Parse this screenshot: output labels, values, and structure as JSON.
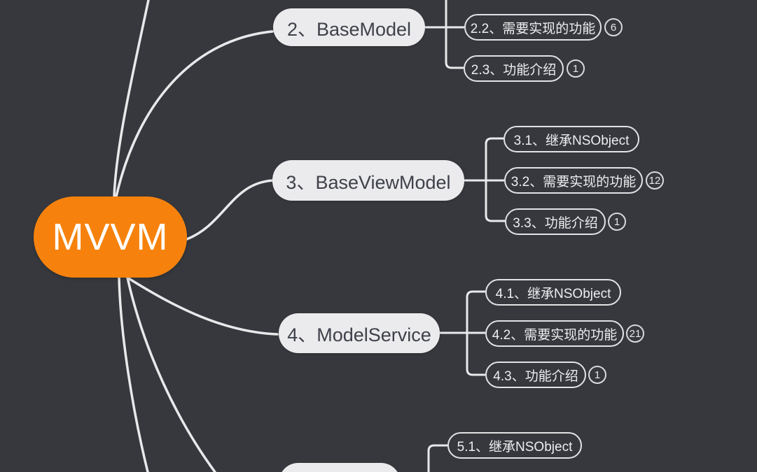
{
  "app": {
    "type": "mindmap",
    "background_color": "#36383d",
    "line_color": "#e9e9eb",
    "root_color": "#f6820d",
    "branch_fill_color": "#ebebed",
    "branch_text_color": "#3f414a",
    "child_outline_color": "#e3e3e6",
    "child_text_color": "#eeeef0"
  },
  "root": {
    "label": "MVVM"
  },
  "branches": [
    {
      "label": "2、BaseModel",
      "children": [
        {
          "label": "2.2、需要实现的功能",
          "badge": "6"
        },
        {
          "label": "2.3、功能介绍",
          "badge": "1"
        }
      ]
    },
    {
      "label": "3、BaseViewModel",
      "children": [
        {
          "label": "3.1、继承NSObject",
          "badge": ""
        },
        {
          "label": "3.2、需要实现的功能",
          "badge": "12"
        },
        {
          "label": "3.3、功能介绍",
          "badge": "1"
        }
      ]
    },
    {
      "label": "4、ModelService",
      "children": [
        {
          "label": "4.1、继承NSObject",
          "badge": ""
        },
        {
          "label": "4.2、需要实现的功能",
          "badge": "21"
        },
        {
          "label": "4.3、功能介绍",
          "badge": "1"
        }
      ]
    },
    {
      "label": "",
      "children": [
        {
          "label": "5.1、继承NSObject",
          "badge": ""
        }
      ]
    }
  ]
}
